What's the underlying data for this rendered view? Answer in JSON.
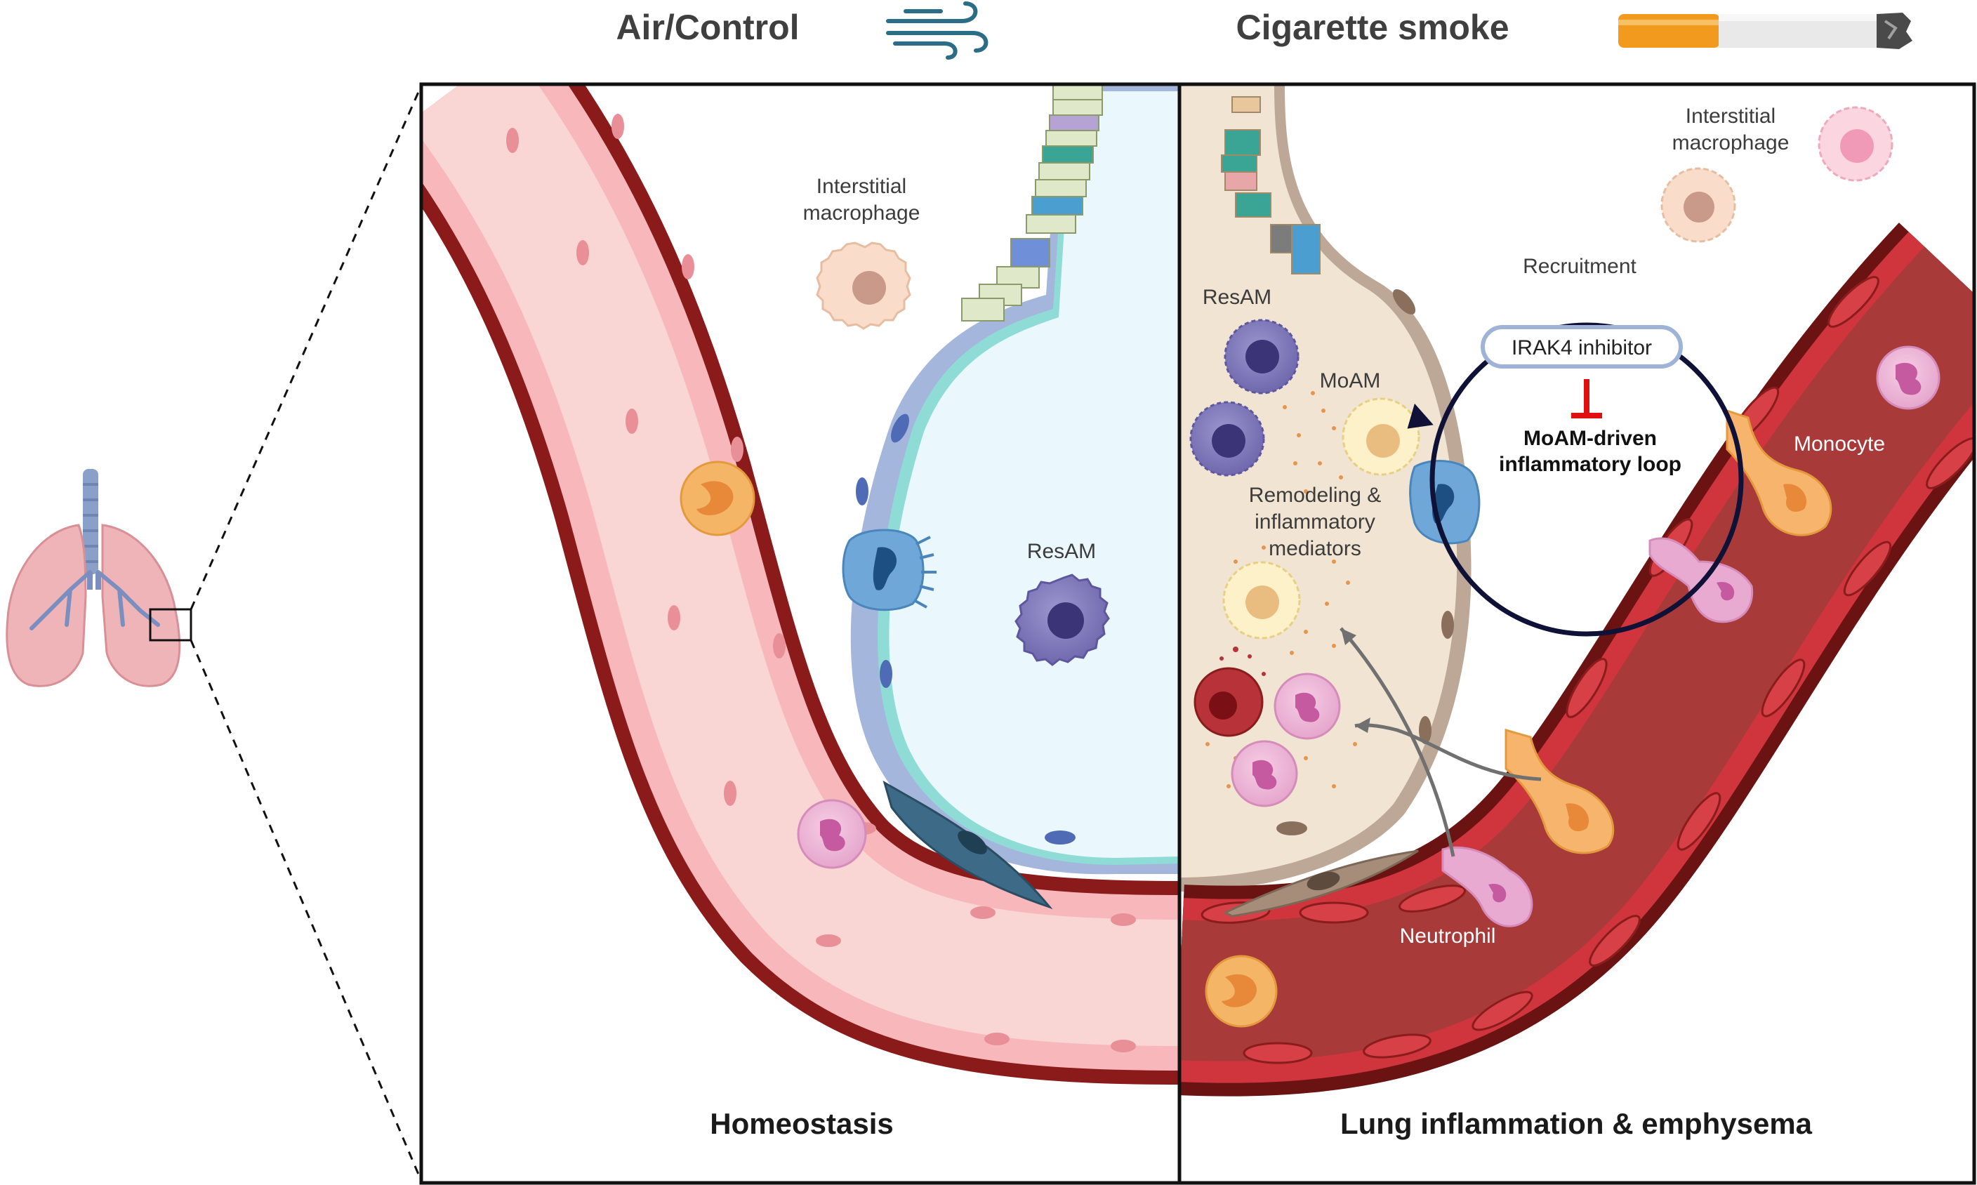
{
  "header": {
    "left_title": "Air/Control",
    "right_title": "Cigarette smoke"
  },
  "left_panel": {
    "interstitial_macrophage": [
      "Interstitial",
      "macrophage"
    ],
    "resam": "ResAM",
    "footer": "Homeostasis"
  },
  "right_panel": {
    "interstitial_macrophage": [
      "Interstitial",
      "macrophage"
    ],
    "resam": "ResAM",
    "moam": "MoAM",
    "mediators": [
      "Remodeling &",
      "inflammatory",
      "mediators"
    ],
    "recruitment": "Recruitment",
    "inhibitor": "IRAK4 inhibitor",
    "loop": [
      "MoAM-driven",
      "inflammatory loop"
    ],
    "monocyte": "Monocyte",
    "neutrophil": "Neutrophil",
    "footer": "Lung inflammation & emphysema"
  },
  "colors": {
    "vessel_wall": "#8b1a1a",
    "vessel_lumen_healthy": "#f9d5d3",
    "vessel_lumen_inflamed": "#a83a3a",
    "alveolus_fluid": "#eaf8fd",
    "inflamed_tissue": "#f1e4d2",
    "inhibition_red": "#e01010",
    "loop_ring": "#0f1236"
  },
  "icons": [
    "lung-icon",
    "wind-icon",
    "cigarette-icon"
  ]
}
